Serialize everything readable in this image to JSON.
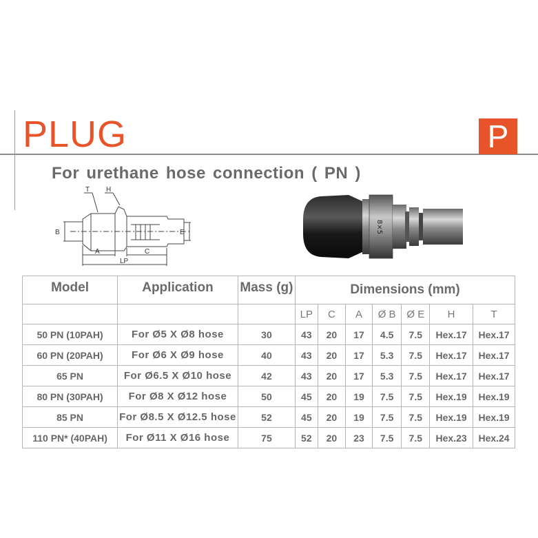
{
  "header": {
    "title": "PLUG",
    "badge": "P",
    "subtitle": "For urethane hose connection ( PN )"
  },
  "drawing": {
    "labels": {
      "t": "T",
      "h": "H",
      "b": "B",
      "e": "E",
      "a": "A",
      "c": "C",
      "lp": "LP"
    }
  },
  "photo": {
    "engraving": "8×5"
  },
  "table": {
    "headers": {
      "model": "Model",
      "application": "Application",
      "mass": "Mass (g)",
      "dimensions": "Dimensions (mm)",
      "sub": [
        "LP",
        "C",
        "A",
        "Ø B",
        "Ø E",
        "H",
        "T"
      ]
    },
    "rows": [
      [
        "50 PN (10PAH)",
        "For Ø5 X Ø8 hose",
        "30",
        "43",
        "20",
        "17",
        "4.5",
        "7.5",
        "Hex.17",
        "Hex.17"
      ],
      [
        "60 PN (20PAH)",
        "For Ø6 X Ø9 hose",
        "40",
        "43",
        "20",
        "17",
        "5.3",
        "7.5",
        "Hex.17",
        "Hex.17"
      ],
      [
        "65 PN",
        "For Ø6.5 X Ø10 hose",
        "42",
        "43",
        "20",
        "17",
        "5.3",
        "7.5",
        "Hex.17",
        "Hex.17"
      ],
      [
        "80 PN (30PAH)",
        "For Ø8 X Ø12 hose",
        "50",
        "45",
        "20",
        "19",
        "7.5",
        "7.5",
        "Hex.19",
        "Hex.19"
      ],
      [
        "85 PN",
        "For Ø8.5 X Ø12.5 hose",
        "52",
        "45",
        "20",
        "19",
        "7.5",
        "7.5",
        "Hex.19",
        "Hex.19"
      ],
      [
        "110 PN* (40PAH)",
        "For Ø11 X Ø16 hose",
        "75",
        "52",
        "20",
        "23",
        "7.5",
        "7.5",
        "Hex.23",
        "Hex.24"
      ]
    ]
  },
  "colors": {
    "accent": "#e8542a",
    "text": "#666666",
    "rule": "#b5b5b5"
  }
}
